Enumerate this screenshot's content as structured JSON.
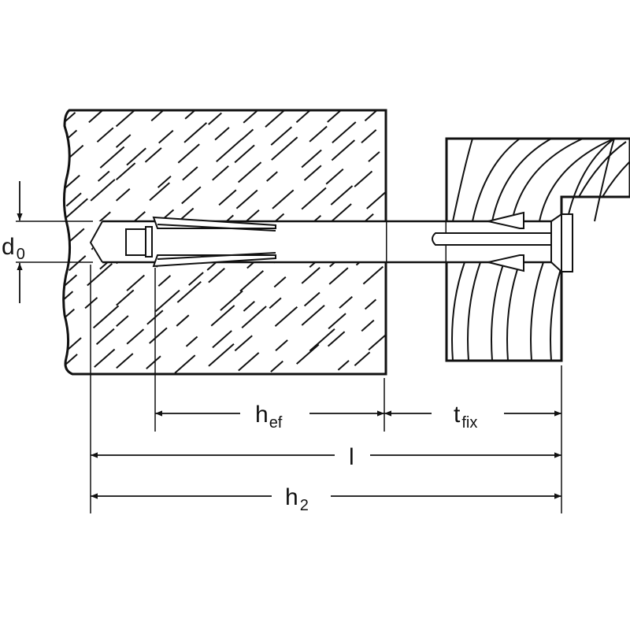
{
  "colors": {
    "ink": "#111111",
    "background": "#ffffff"
  },
  "dimensions": {
    "d0": {
      "main": "d",
      "sub": "0"
    },
    "hef": {
      "main": "h",
      "sub": "ef"
    },
    "tfix": {
      "main": "t",
      "sub": "fix"
    },
    "l": {
      "main": "l",
      "sub": ""
    },
    "h2": {
      "main": "h",
      "sub": "2"
    }
  }
}
